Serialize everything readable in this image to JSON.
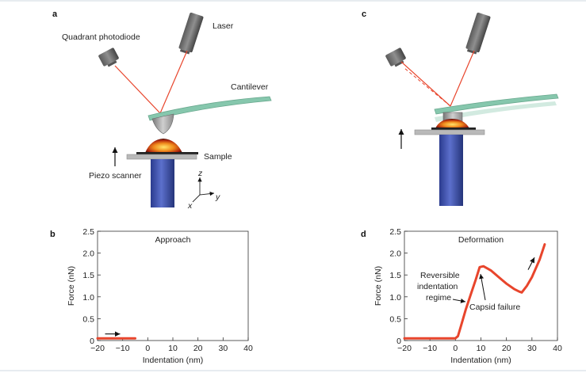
{
  "panels": {
    "a": {
      "letter": "a",
      "labels": {
        "laser": "Laser",
        "photodiode": "Quadrant photodiode",
        "cantilever": "Cantilever",
        "sample": "Sample",
        "piezo": "Piezo scanner",
        "axis_z": "z",
        "axis_y": "y",
        "axis_x": "x"
      }
    },
    "c": {
      "letter": "c"
    },
    "b": {
      "letter": "b"
    },
    "d": {
      "letter": "d"
    }
  },
  "colors": {
    "laser_beam": "#e8452c",
    "cantilever": "#86c7ad",
    "piezo": "#3a4fa8",
    "stage": "#b9b9b9",
    "curve": "#e8452c"
  },
  "chart_data": [
    {
      "type": "line",
      "panel": "b",
      "title": "Approach",
      "xlabel": "Indentation (nm)",
      "ylabel": "Force (nN)",
      "xlim": [
        -20,
        40
      ],
      "ylim": [
        0,
        2.5
      ],
      "xticks": [
        "−20",
        "−10",
        "0",
        "10",
        "20",
        "30",
        "40"
      ],
      "yticks": [
        "0",
        "0.5",
        "1.0",
        "1.5",
        "2.0",
        "2.5"
      ],
      "series": [
        {
          "x": [
            -20,
            -15,
            -10,
            -5
          ],
          "y": [
            0.05,
            0.05,
            0.05,
            0.05
          ]
        }
      ],
      "arrows": [
        {
          "direction": "right",
          "from": [
            -17,
            0.15
          ],
          "to": [
            -11,
            0.15
          ]
        }
      ]
    },
    {
      "type": "line",
      "panel": "d",
      "title": "Deformation",
      "xlabel": "Indentation (nm)",
      "ylabel": "Force (nN)",
      "xlim": [
        -20,
        40
      ],
      "ylim": [
        0,
        2.5
      ],
      "xticks": [
        "−20",
        "−10",
        "0",
        "10",
        "20",
        "30",
        "40"
      ],
      "yticks": [
        "0",
        "0.5",
        "1.0",
        "1.5",
        "2.0",
        "2.5"
      ],
      "series": [
        {
          "x": [
            -20,
            -10,
            0,
            1,
            2,
            4,
            6,
            8,
            9.5,
            11,
            14,
            17,
            20,
            23,
            25,
            26,
            28,
            30,
            33,
            35
          ],
          "y": [
            0.05,
            0.05,
            0.05,
            0.1,
            0.3,
            0.7,
            1.05,
            1.4,
            1.68,
            1.7,
            1.6,
            1.45,
            1.3,
            1.18,
            1.12,
            1.1,
            1.25,
            1.45,
            1.85,
            2.2
          ]
        }
      ],
      "annotations": [
        {
          "text_lines": [
            "Reversible",
            "indentation",
            "regime"
          ]
        },
        {
          "text_lines": [
            "Capsid failure"
          ]
        }
      ],
      "arrows": [
        {
          "direction": "up-right",
          "from": [
            28.5,
            1.62
          ],
          "to": [
            31,
            1.9
          ]
        }
      ]
    }
  ]
}
